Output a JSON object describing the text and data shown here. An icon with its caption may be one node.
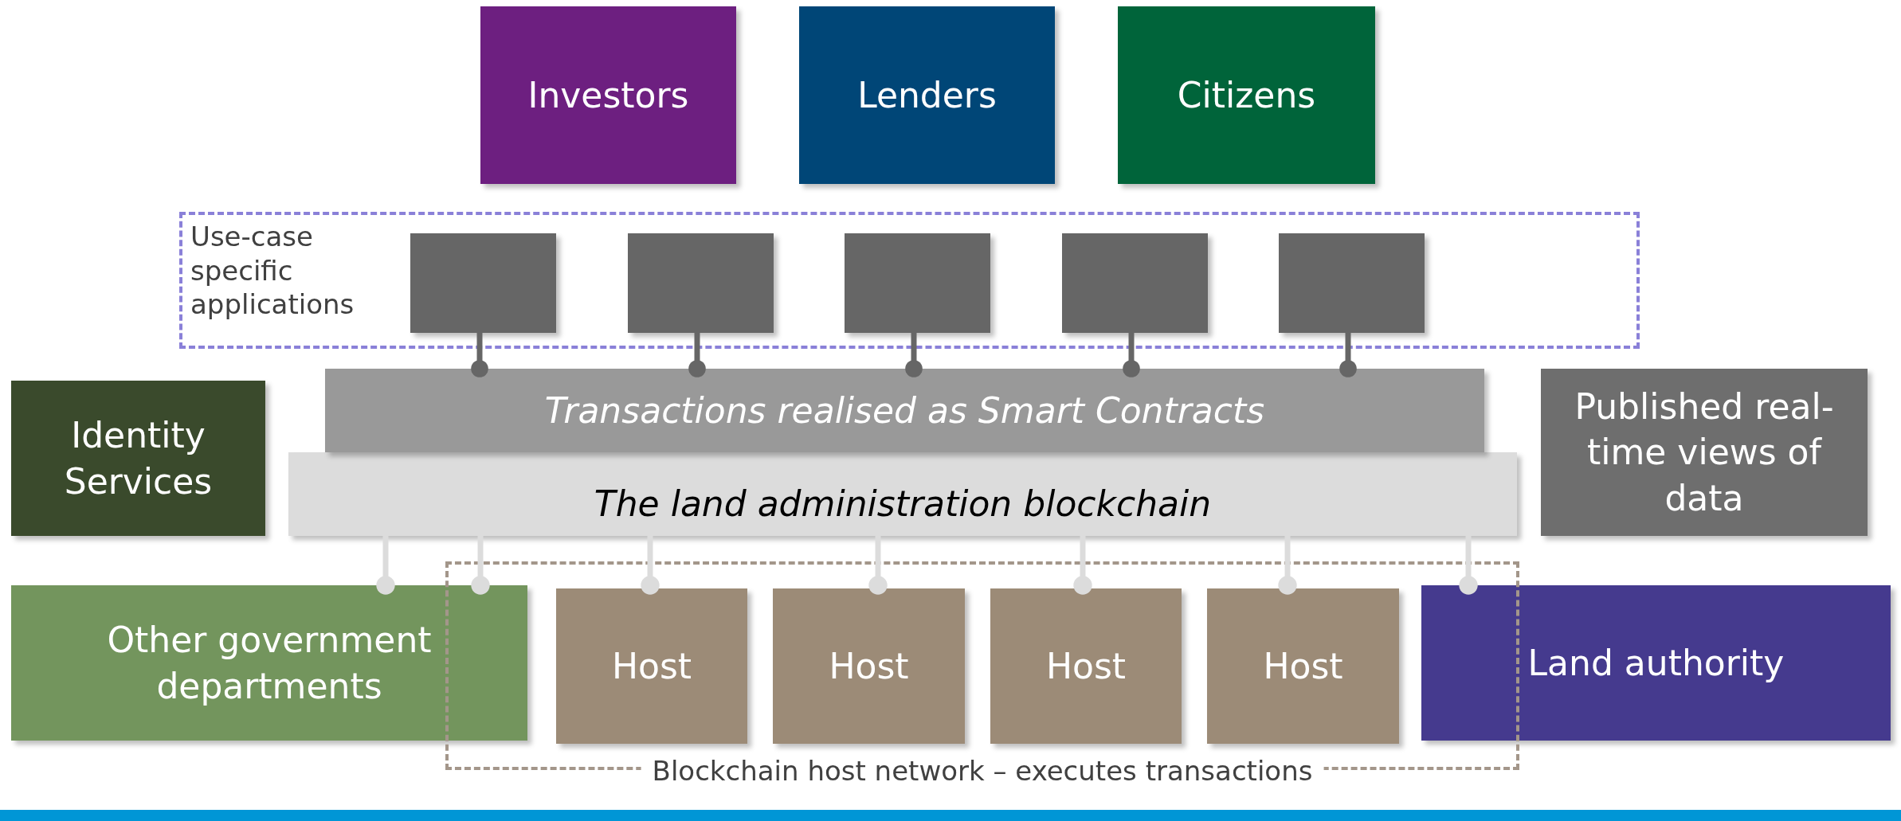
{
  "diagram": {
    "nodes": [
      {
        "text": [
          "Investors"
        ]
      },
      {
        "text": [
          "Lenders"
        ]
      },
      {
        "text": [
          "Citizens"
        ]
      },
      {
        "text": [
          "Use-case specific applications"
        ]
      },
      {
        "text": [],
        "shape": "box",
        "in": 3
      },
      {
        "text": [],
        "shape": "box",
        "in": 3
      },
      {
        "text": [],
        "shape": "box",
        "in": 3
      },
      {
        "text": [],
        "shape": "box",
        "in": 3
      },
      {
        "text": [],
        "shape": "box",
        "in": 3
      },
      {
        "text": [
          "Transactions realised as Smart Contracts"
        ]
      },
      {
        "text": [
          "Identity Services"
        ]
      },
      {
        "text": [
          "The land administration blockchain"
        ]
      },
      {
        "text": [
          "Published real-time views of data"
        ]
      },
      {
        "text": [
          "Blockchain host network – executes transactions"
        ]
      },
      {
        "text": [
          "Other government departments"
        ]
      },
      {
        "text": [
          "Host"
        ],
        "in": 13
      },
      {
        "text": [
          "Host"
        ],
        "in": 13
      },
      {
        "text": [
          "Host"
        ],
        "in": 13
      },
      {
        "text": [
          "Host"
        ],
        "in": 13
      },
      {
        "text": [
          "Land authority"
        ]
      }
    ],
    "edges": [
      {
        "from": 4,
        "to": 9,
        "arrow": "other",
        "color": "#666666"
      },
      {
        "from": 5,
        "to": 9,
        "arrow": "other",
        "color": "#666666"
      },
      {
        "from": 6,
        "to": 9,
        "arrow": "other",
        "color": "#666666"
      },
      {
        "from": 7,
        "to": 9,
        "arrow": "other",
        "color": "#666666"
      },
      {
        "from": 8,
        "to": 9,
        "arrow": "other",
        "color": "#666666"
      },
      {
        "from": 11,
        "to": 14,
        "arrow": "other"
      },
      {
        "from": 11,
        "to": 14,
        "arrow": "other"
      },
      {
        "from": 11,
        "to": 15,
        "arrow": "other"
      },
      {
        "from": 11,
        "to": 16,
        "arrow": "other"
      },
      {
        "from": 11,
        "to": 17,
        "arrow": "other"
      },
      {
        "from": 11,
        "to": 18,
        "arrow": "other"
      },
      {
        "from": 11,
        "to": 19,
        "arrow": "other"
      }
    ]
  }
}
